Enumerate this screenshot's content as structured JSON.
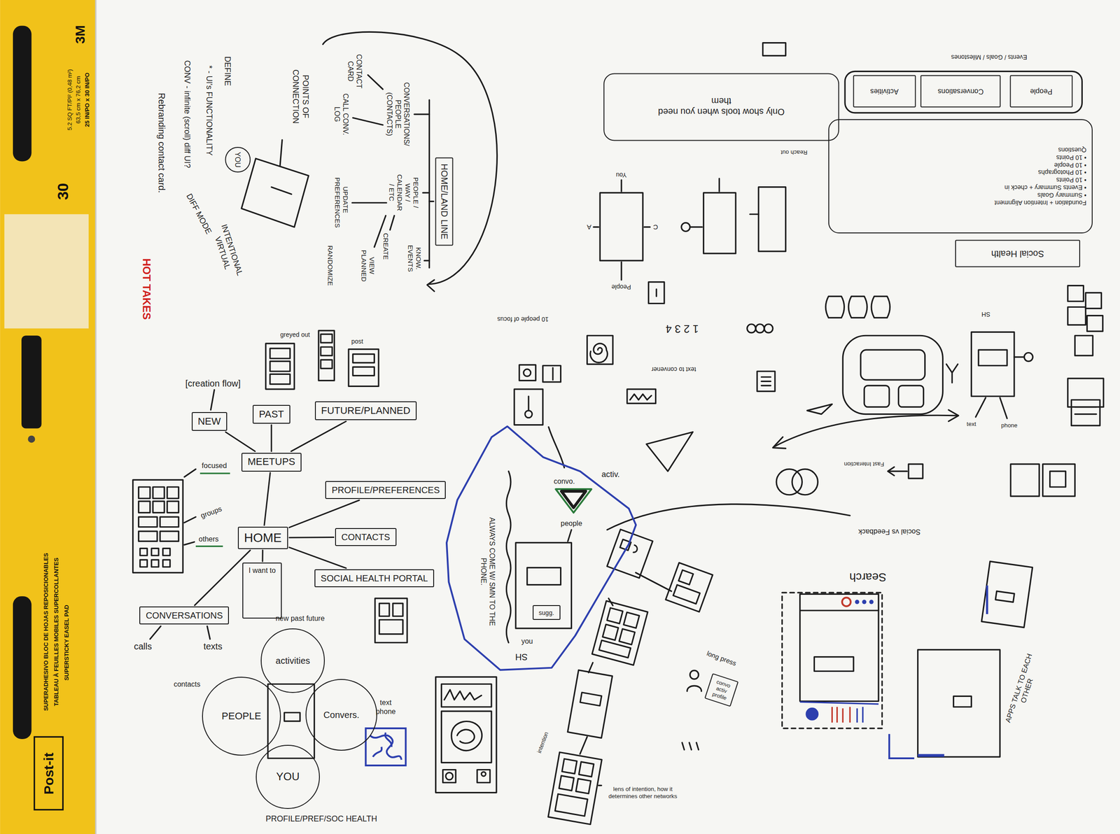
{
  "diagram": {
    "nodes": [
      {
        "text": [
          "MEETUPS"
        ]
      },
      {
        "text": [
          "NEW"
        ]
      },
      {
        "text": [
          "PAST"
        ]
      },
      {
        "text": [
          "FUTURE/PLANNED"
        ]
      },
      {
        "text": [
          "HOME"
        ]
      },
      {
        "text": [
          "PROFILE/PREFERENCES"
        ]
      },
      {
        "text": [
          "CONTACTS"
        ]
      },
      {
        "text": [
          "SOCIAL HEALTH PORTAL"
        ]
      },
      {
        "text": [
          "I want to"
        ]
      },
      {
        "text": [
          "CONVERSATIONS"
        ]
      },
      {
        "text": [
          "activities"
        ]
      },
      {
        "text": [
          "PEOPLE"
        ]
      },
      {
        "text": [
          "Convers."
        ]
      },
      {
        "text": [
          "YOU"
        ]
      },
      {
        "text": [
          "HOME/LAND LINE"
        ]
      },
      {
        "text": [
          "YOU"
        ]
      },
      {
        "text": [
          "convo.",
          "people",
          "ALWAYS COME W/ SMN TO THE PHONE.",
          "you"
        ]
      },
      {
        "text": [
          "sugg."
        ],
        "in": 16
      },
      {
        "text": [
          "convo",
          "activ",
          "profile"
        ]
      },
      {
        "text": [
          "Only show tools when you need them"
        ]
      },
      {
        "text": [
          "Social Health"
        ]
      },
      {
        "text": [
          "Foundation + Intention Alignment",
          "• Summary Goals",
          "• Events Summary + check in",
          "• 10 Points",
          "• 10 Photographs",
          "• 10 People",
          "• 10 Points",
          "Questions"
        ]
      },
      {
        "text": [
          "People"
        ]
      },
      {
        "text": [
          "Conversations"
        ]
      },
      {
        "text": [
          "Activities"
        ]
      }
    ],
    "edges": [
      {
        "from": 4,
        "to": 0,
        "arrow": "none"
      },
      {
        "from": 0,
        "to": 1,
        "arrow": "none"
      },
      {
        "from": 0,
        "to": 2,
        "arrow": "none"
      },
      {
        "from": 0,
        "to": 3,
        "arrow": "none"
      },
      {
        "from": 4,
        "to": 5,
        "arrow": "none"
      },
      {
        "from": 4,
        "to": 6,
        "arrow": "none"
      },
      {
        "from": 4,
        "to": 7,
        "arrow": "none"
      },
      {
        "from": 4,
        "to": 8,
        "arrow": "none"
      },
      {
        "from": 4,
        "to": 9,
        "arrow": "none"
      }
    ],
    "labels": [
      "3M",
      "25 IN/PO x 30 IN/PO",
      "63,5 cm x 76,2 cm",
      "5.2 SQ FT/PI² (0,48 m²)",
      "30",
      "SUPERSTICKY EASEL PAD",
      "TABLEAU À FEUILLES MOBILES SUPERCOLLANTES",
      "SUPERADHESIVO BLOC DE HOJAS REPOSICIONABLES",
      "Post-it",
      "DEFINE",
      "* - UI's FUNCTIONALITY",
      "CONV - infinite (scroll) diff UI?",
      "Rebranding contact card.",
      "HOT TAKES",
      "DIFF MODE",
      "INTENTIONAL VIRTUAL",
      "POINTS OF CONNECTION",
      "CONTACT CARD",
      "CALL CONV. LOG",
      "CONVERSATIONS/ PEOPLE (CONTACTS)",
      "PEOPLE / WAY / CALENDAR / ETC",
      "UPDATE PREFERENCES",
      "KNOW. EVENTS",
      "CREATE",
      "VIEW PLANNED",
      "RANDOMIZE",
      "[creation flow]",
      "greyed out",
      "post",
      "focused",
      "groups",
      "others",
      "calls",
      "texts",
      "new past future",
      "contacts",
      "text phone",
      "PROFILE/PREF/SOC HEALTH",
      "activ.",
      "SH",
      "intention",
      "lens of intention, how it determines other networks",
      "long press",
      "10 people of focus",
      "text to convener",
      "1 2 3 4",
      "Social vs Feedback",
      "Search",
      "APPS TALK TO EACH OTHER",
      "Fast Interaction",
      "text",
      "phone",
      "SH",
      "People",
      "You",
      "A",
      "C",
      "Events / Goals / Milestones",
      "Reach out"
    ]
  }
}
